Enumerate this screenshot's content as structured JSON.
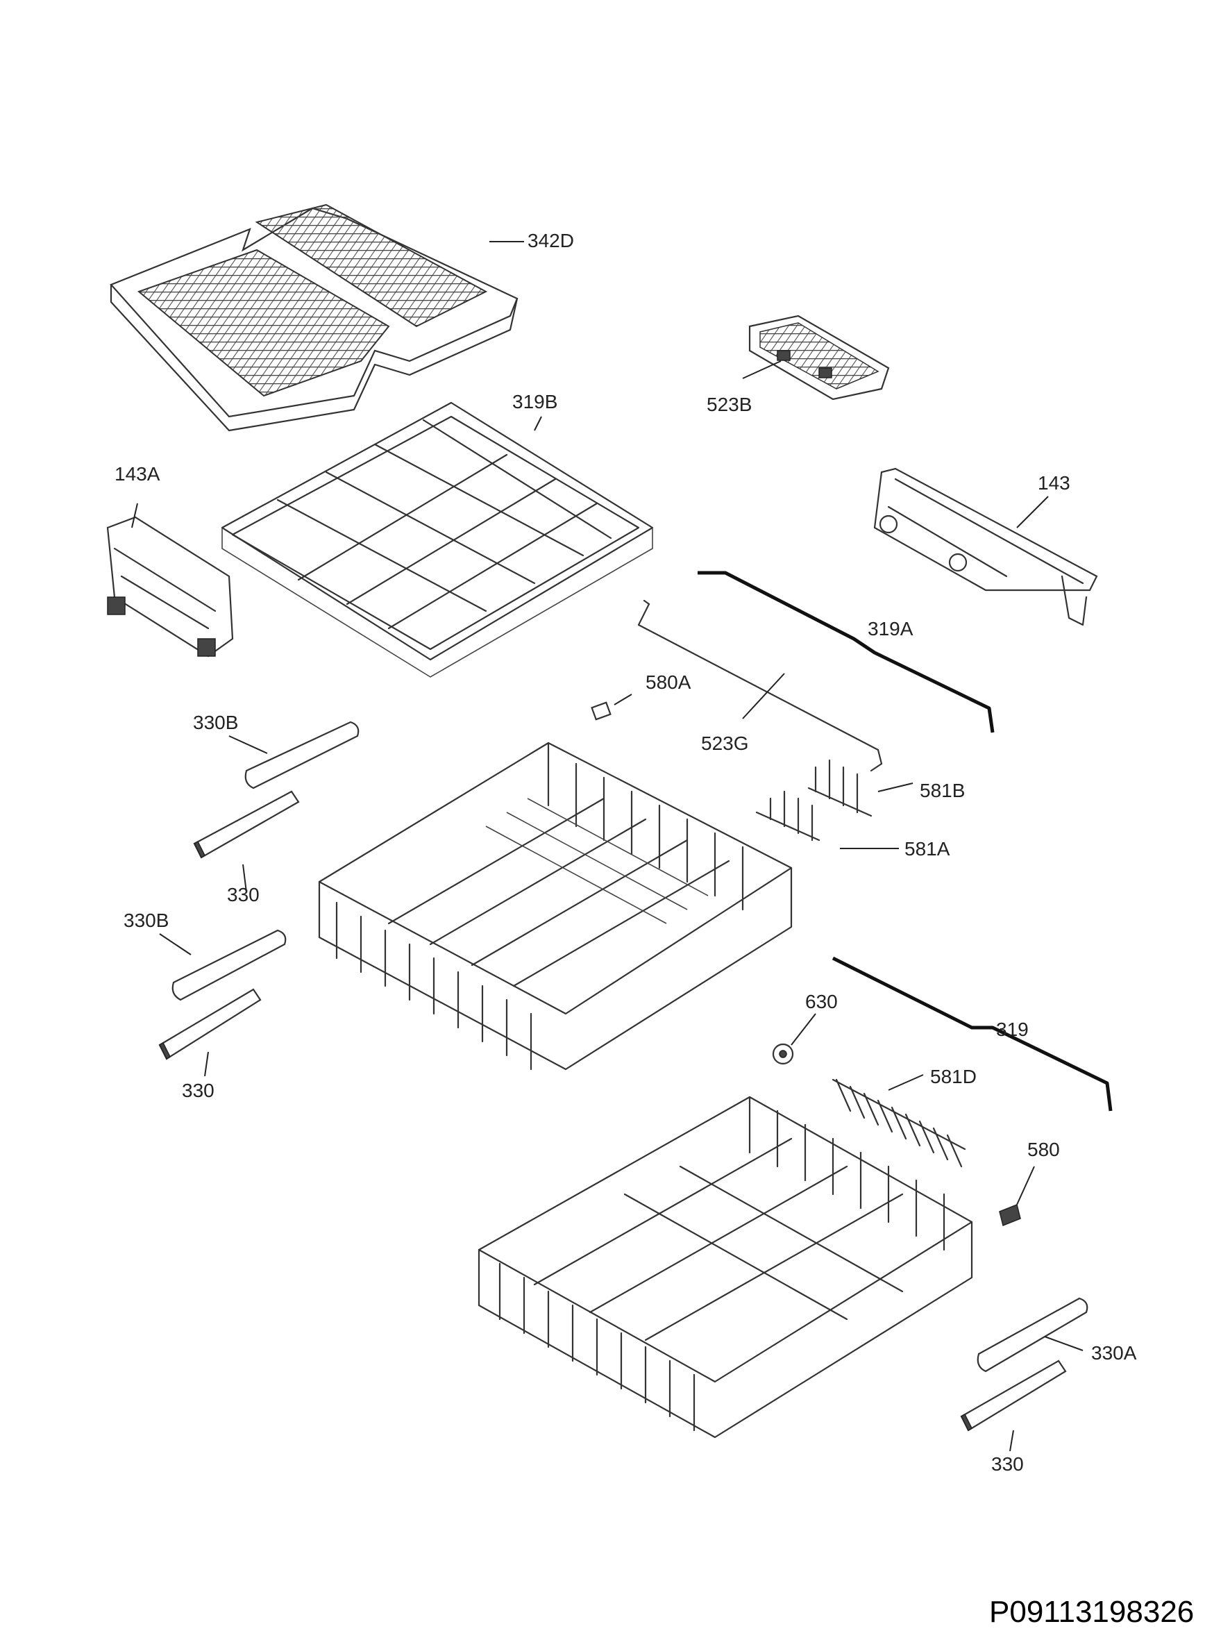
{
  "diagram": {
    "labels": {
      "p342D": "342D",
      "p523B": "523B",
      "p319B": "319B",
      "p143A": "143A",
      "p143": "143",
      "p319A": "319A",
      "p580A": "580A",
      "p523G": "523G",
      "p330B_1": "330B",
      "p581B": "581B",
      "p581A": "581A",
      "p330_1": "330",
      "p330B_2": "330B",
      "p630": "630",
      "p319": "319",
      "p330_2": "330",
      "p581D": "581D",
      "p580": "580",
      "p330A": "330A",
      "p330_3": "330"
    },
    "document_id": "P09113198326"
  }
}
